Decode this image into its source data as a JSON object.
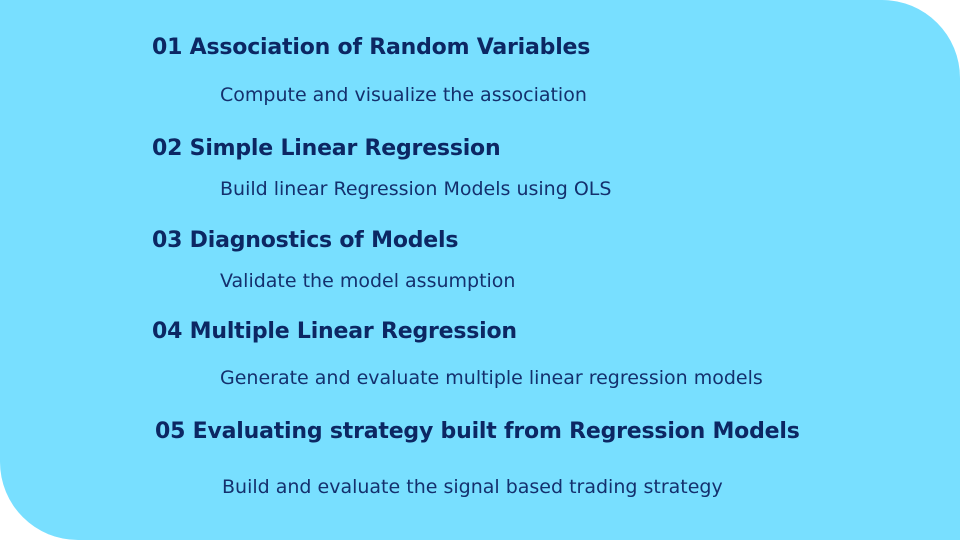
{
  "items": [
    {
      "title": "01 Association of Random Variables",
      "description": "Compute and visualize the association"
    },
    {
      "title": "02 Simple Linear Regression",
      "description": "Build linear Regression Models using OLS"
    },
    {
      "title": "03 Diagnostics of Models",
      "description": "Validate the model assumption"
    },
    {
      "title": "04 Multiple Linear Regression",
      "description": "Generate and evaluate multiple linear regression models"
    },
    {
      "title": "05 Evaluating strategy built from Regression Models",
      "description": "Build and evaluate the signal based trading strategy"
    }
  ],
  "colors": {
    "panel": "#78dfff",
    "text": "#0c2763",
    "background": "#ffffff"
  }
}
